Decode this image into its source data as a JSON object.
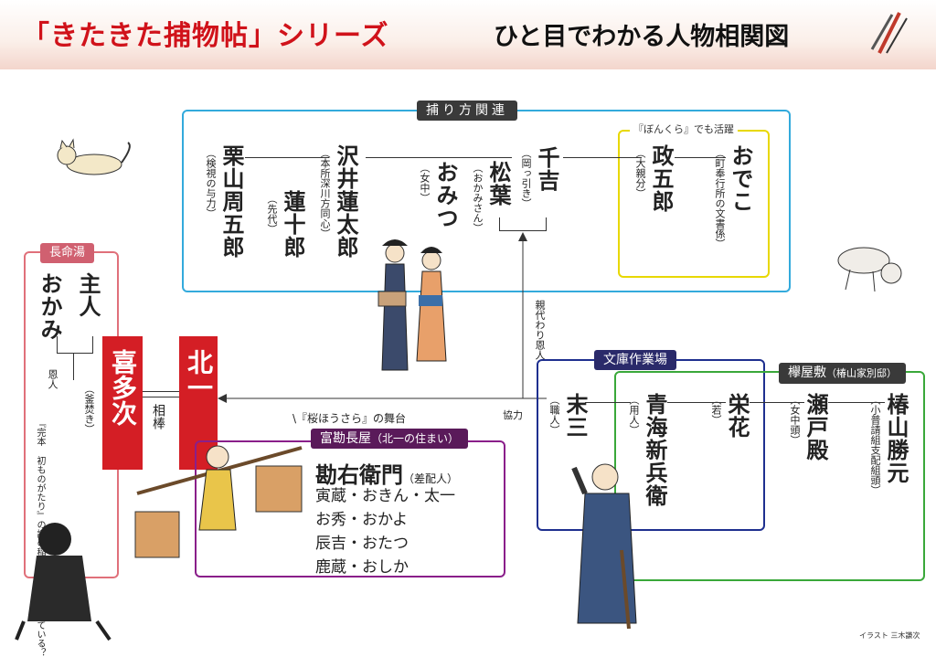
{
  "header": {
    "title_red": "「きたきた捕物帖」シリーズ",
    "title_black": "ひと目でわかる人物相関図"
  },
  "groups": {
    "torikata": {
      "label": "捕り方関連",
      "color": "#33aadc"
    },
    "bonkura": {
      "label": "『ぼんくら』でも活躍",
      "color": "#e8d800"
    },
    "chomeiyu": {
      "label": "長命湯",
      "color": "#e0707a"
    },
    "bunko": {
      "label": "文庫作業場",
      "color": "#1e2f8f"
    },
    "keyakiyashiki": {
      "label": "欅屋敷",
      "sub": "（椿山家別邸）",
      "color": "#3aa83a"
    },
    "tomikan": {
      "label": "富勘長屋",
      "sub": "（北一の住まい）",
      "color": "#8a1f8a",
      "stage": "\\『桜ほうさら』の舞台"
    }
  },
  "people": {
    "sentaro": {
      "name": "千吉",
      "role": "（岡っ引き）"
    },
    "matsuba": {
      "name": "松葉",
      "role": "（おかみさん）"
    },
    "omitsu": {
      "name": "おみつ",
      "role": "（女中）"
    },
    "sawai_rentaro": {
      "name": "沢井蓮太郎",
      "role": "（本所深川方同心）"
    },
    "rentaro": {
      "name": "蓮十郎",
      "role": "（先代）"
    },
    "kuriyama": {
      "name": "栗山周五郎",
      "role": "（検視の与力）"
    },
    "masagoro": {
      "name": "政五郎",
      "role": "（大親分）"
    },
    "odeko": {
      "name": "おでこ",
      "role": "（町奉行所の文書係）"
    },
    "shujin": {
      "name": "主人"
    },
    "okami": {
      "name": "おかみ"
    },
    "kitaichi": {
      "name": "北一"
    },
    "kitaji": {
      "name": "喜多次"
    },
    "kitaji_role": {
      "role": "（釜焚き）"
    },
    "suezo": {
      "name": "末三",
      "role": "（職人）"
    },
    "aomi": {
      "name": "青海新兵衛",
      "role": "（用人）"
    },
    "eika": {
      "name": "栄花",
      "role": "（若）"
    },
    "setodono": {
      "name": "瀬戸殿",
      "role": "（女中頭）"
    },
    "tsubakiyama": {
      "name": "椿山勝元",
      "role": "（小普請組支配組頭）"
    },
    "kanemon": {
      "name": "勘右衛門",
      "role": "（差配人）"
    },
    "tenants": [
      "寅蔵・おきん・太一",
      "お秀・おかよ",
      "辰吉・おたつ",
      "鹿蔵・おしか"
    ]
  },
  "relations": {
    "aibou": "相棒",
    "onjin": "恩人",
    "oya_onjin": "親代わり恩人",
    "kyoryoku": "協力"
  },
  "kitaji_note": "『完本 初ものがたり』の謎の稲荷寿司屋を知っている？",
  "credit": "イラスト 三木謙次"
}
